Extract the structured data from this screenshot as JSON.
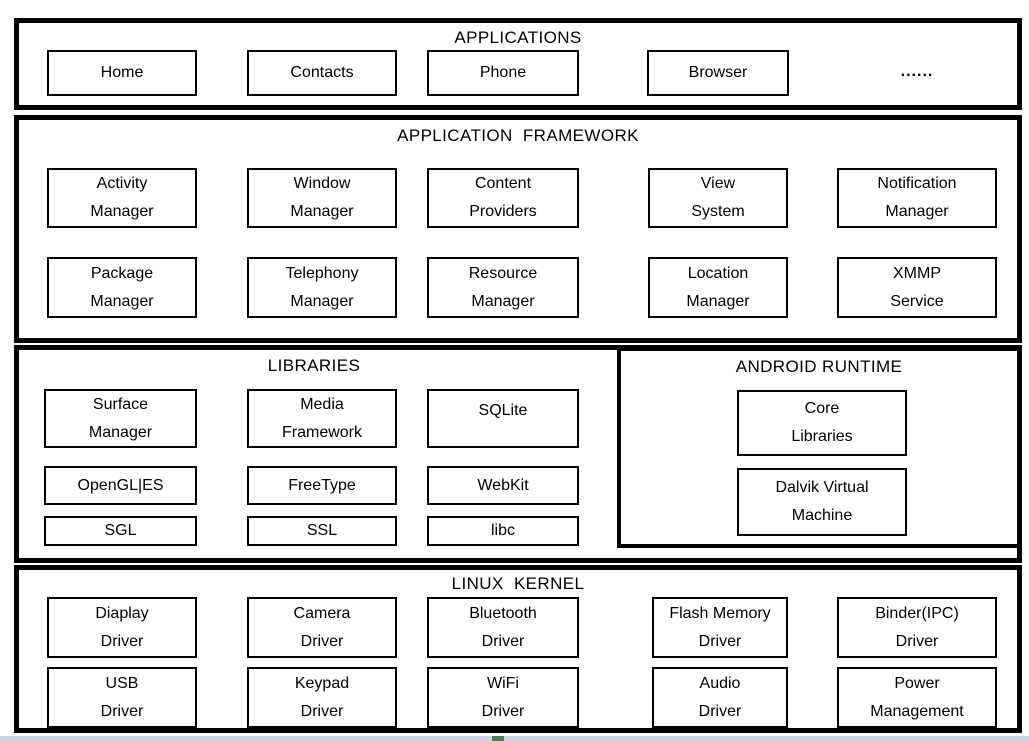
{
  "colors": {
    "diagram_border": "#000000",
    "box_background": "#ffffff",
    "text": "#000000",
    "bottom_strip": "#ccd6e2",
    "resize_handle": "#4f7a5f"
  },
  "sections": {
    "applications": {
      "title": "APPLICATIONS",
      "boxes": [
        "Home",
        "Contacts",
        "Phone",
        "Browser"
      ],
      "ellipsis": "......"
    },
    "framework": {
      "title": "APPLICATION  FRAMEWORK",
      "rows": [
        [
          "Activity\nManager",
          "Window\nManager",
          "Content\nProviders",
          "View\nSystem",
          "Notification\nManager"
        ],
        [
          "Package\nManager",
          "Telephony\nManager",
          "Resource\nManager",
          "Location\nManager",
          "XMMP\nService"
        ]
      ]
    },
    "libraries": {
      "title": "LIBRARIES",
      "rows": [
        [
          "Surface\nManager",
          "Media\nFramework",
          "SQLite"
        ],
        [
          "OpenGL|ES",
          "FreeType",
          "WebKit"
        ],
        [
          "SGL",
          "SSL",
          "libc"
        ]
      ]
    },
    "runtime": {
      "title": "ANDROID RUNTIME",
      "boxes": [
        "Core\nLibraries",
        "Dalvik Virtual\nMachine"
      ]
    },
    "kernel": {
      "title": "LINUX  KERNEL",
      "rows": [
        [
          "Diaplay\nDriver",
          "Camera\nDriver",
          "Bluetooth\nDriver",
          "Flash Memory\nDriver",
          "Binder(IPC)\nDriver"
        ],
        [
          "USB\nDriver",
          "Keypad\nDriver",
          "WiFi\nDriver",
          "Audio\nDriver",
          "Power\nManagement"
        ]
      ]
    }
  }
}
